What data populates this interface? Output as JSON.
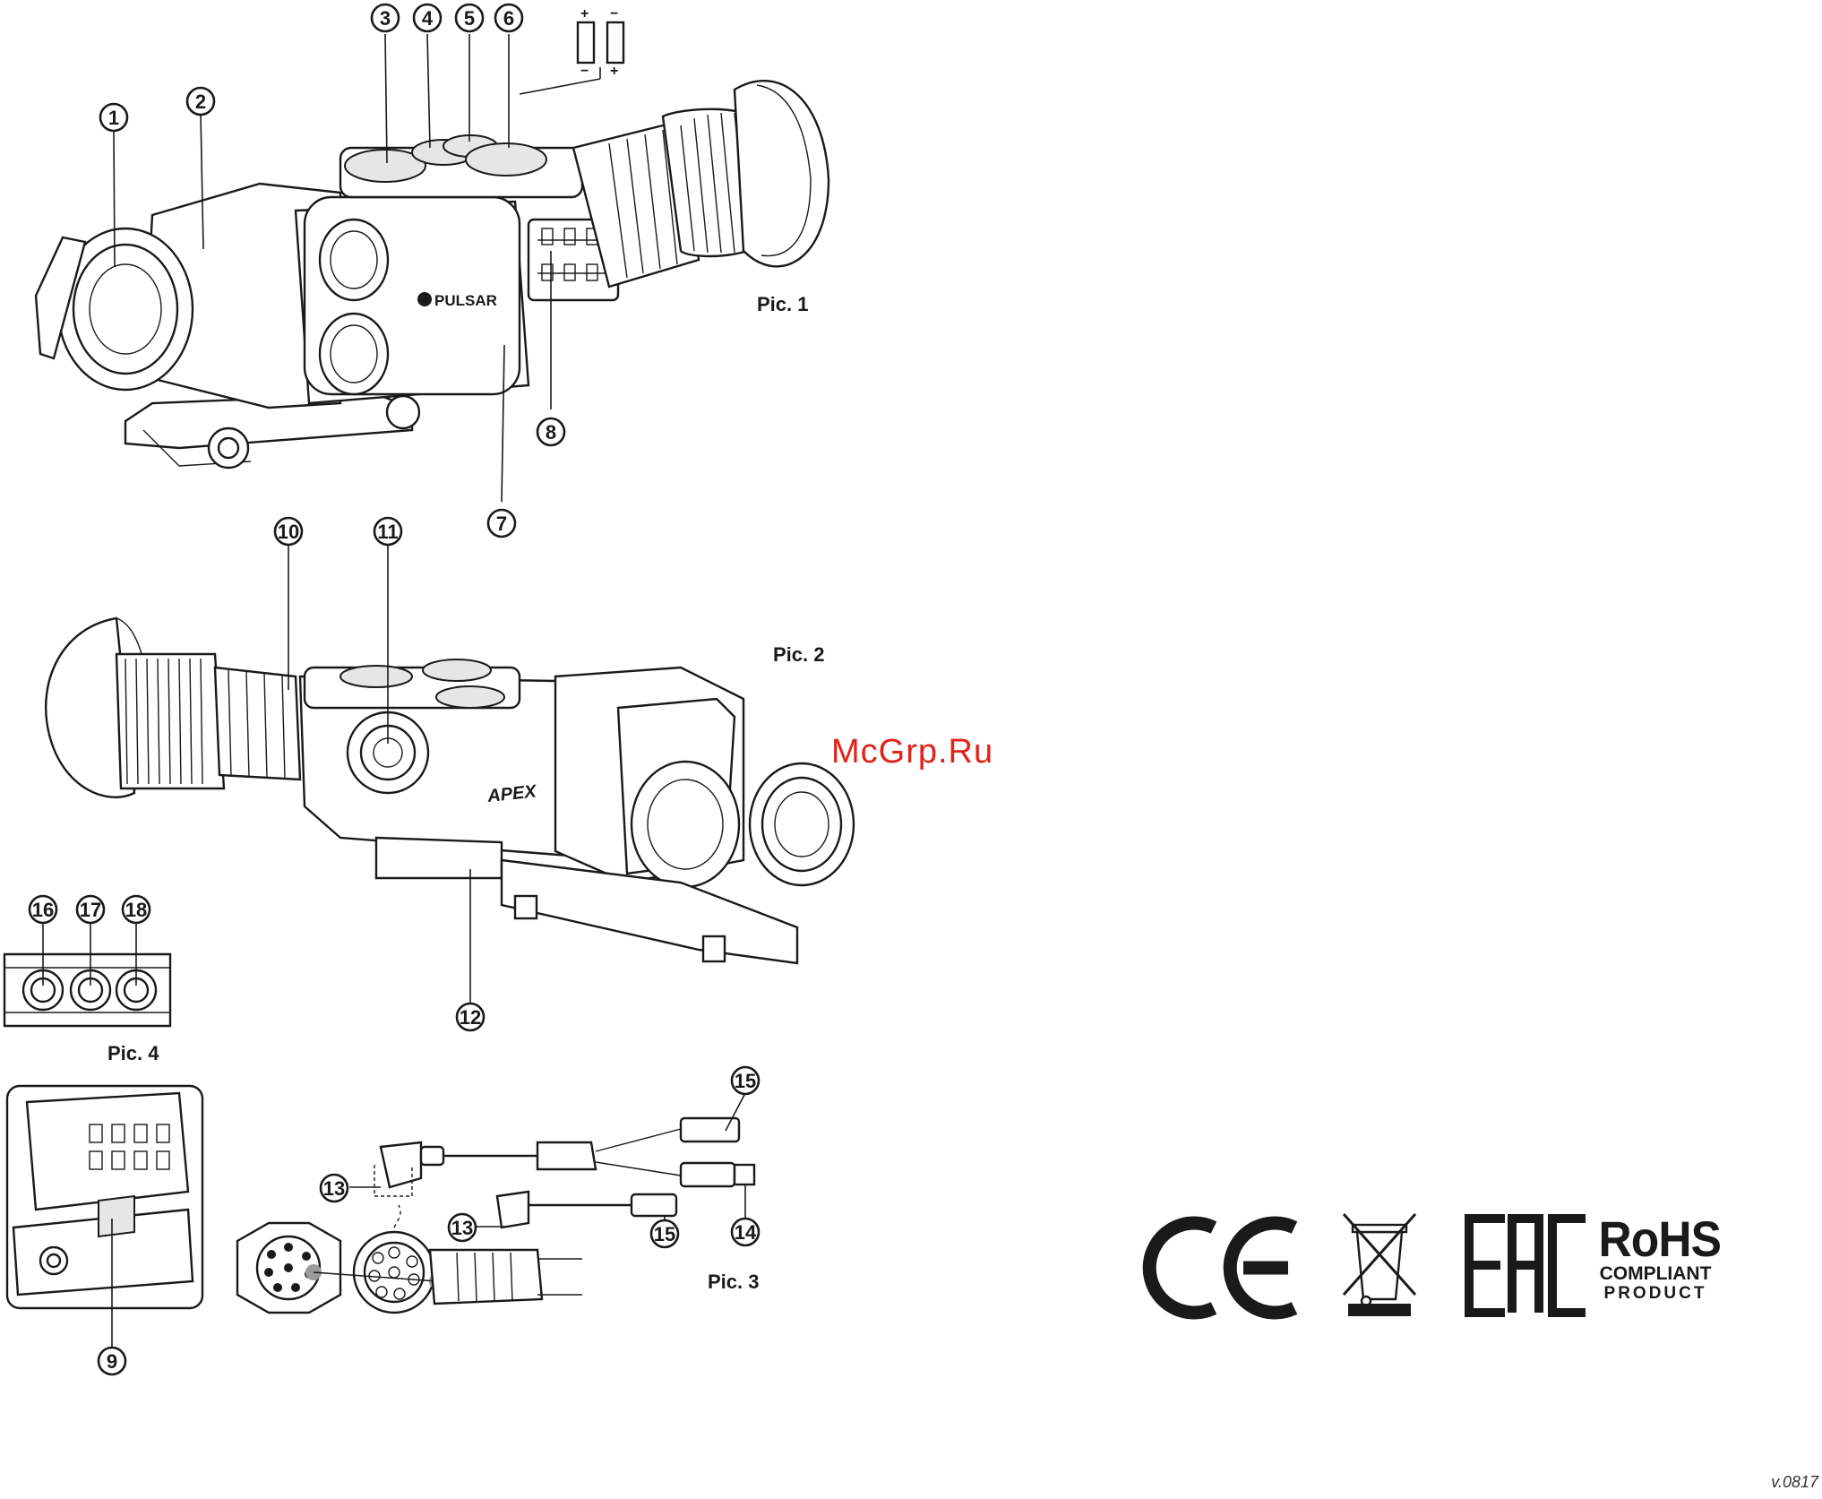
{
  "figure_labels": {
    "pic1": "Pic. 1",
    "pic2": "Pic. 2",
    "pic3": "Pic. 3",
    "pic4": "Pic. 4"
  },
  "device_markings": {
    "brand": "PULSAR",
    "model": "APEX"
  },
  "callouts": [
    "1",
    "2",
    "3",
    "4",
    "5",
    "6",
    "7",
    "8",
    "10",
    "11",
    "12",
    "16",
    "17",
    "18",
    "9",
    "13",
    "13",
    "14",
    "15",
    "15"
  ],
  "battery_symbols": [
    "+",
    "−",
    "−",
    "+"
  ],
  "watermark": "McGrp.Ru",
  "certifications": {
    "ce": "CE",
    "eac": "EAC",
    "weee": "weee-crossed-bin-icon",
    "rohs_title": "RoHS",
    "rohs_line1": "COMPLIANT",
    "rohs_line2": "PRODUCT"
  },
  "version": "v.0817",
  "colors": {
    "ink": "#1a1a1a",
    "watermark": "#e2231a"
  }
}
